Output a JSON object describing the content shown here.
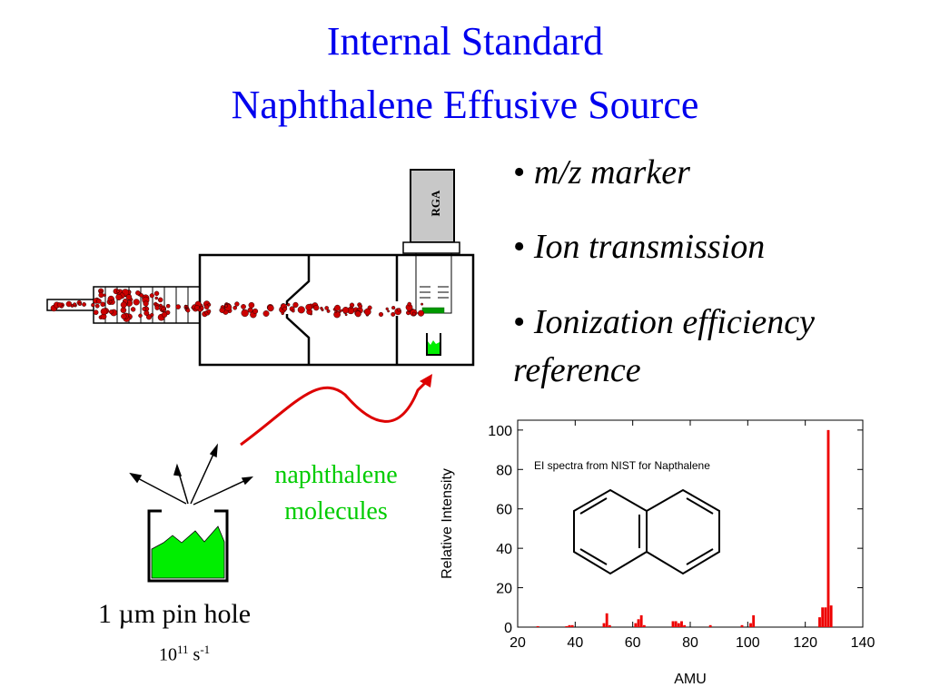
{
  "title": {
    "line1": "Internal Standard",
    "line2": "Naphthalene Effusive Source"
  },
  "bullets": [
    {
      "mark": "•",
      "text": "m/z marker"
    },
    {
      "mark": "•",
      "text": "Ion transmission"
    },
    {
      "mark": "•",
      "text": "Ionization efficiency"
    },
    {
      "mark": "",
      "text": "reference"
    }
  ],
  "diagram": {
    "rga_label": "RGA",
    "molecules_label_1": "naphthalene",
    "molecules_label_2": "molecules",
    "pinhole_label": "1 µm pin hole",
    "rate_base": "10",
    "rate_exp": "11",
    "rate_unit": " s",
    "rate_unit_exp": "-1",
    "colors": {
      "molecule": "#cc0000",
      "liquid": "#00ee00",
      "arrow": "#dd0000",
      "heater": "#009900"
    }
  },
  "chart_data": {
    "type": "bar",
    "annotation": "EI spectra from NIST for Napthalene",
    "xlabel": "AMU",
    "ylabel": "Relative Intensity",
    "xlim": [
      20,
      140
    ],
    "ylim": [
      0,
      105
    ],
    "xticks": [
      20,
      40,
      60,
      80,
      100,
      120,
      140
    ],
    "yticks": [
      0,
      20,
      40,
      60,
      80,
      100
    ],
    "color": "#ee0000",
    "x": [
      27,
      37,
      38,
      39,
      50,
      51,
      52,
      61,
      62,
      63,
      64,
      74,
      75,
      76,
      77,
      78,
      87,
      98,
      101,
      102,
      125,
      126,
      127,
      128,
      129
    ],
    "y": [
      0.5,
      0.5,
      1.0,
      1.0,
      2.0,
      7.0,
      1.0,
      2.0,
      4.0,
      6.0,
      1.0,
      3.0,
      3.0,
      2.0,
      3.0,
      1.0,
      1.0,
      1.0,
      2.0,
      6.0,
      5.0,
      10.0,
      10.0,
      100.0,
      11.0
    ]
  }
}
